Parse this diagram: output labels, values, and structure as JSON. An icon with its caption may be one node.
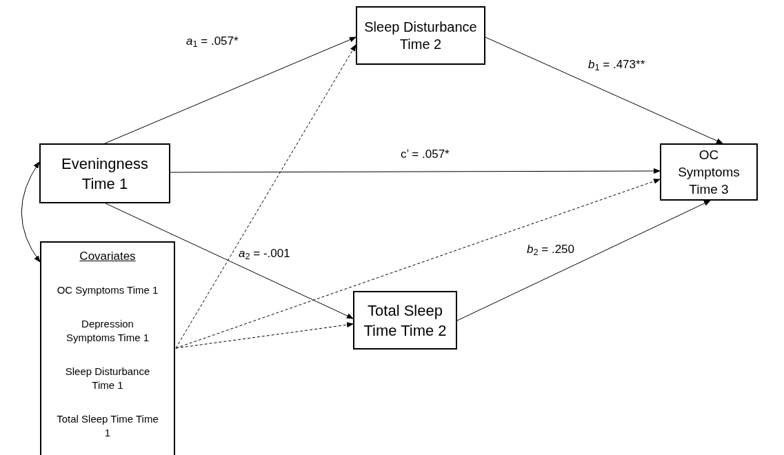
{
  "diagram": {
    "nodes": [
      {
        "text": [
          "Sleep Disturbance Time 2"
        ]
      },
      {
        "text": [
          "Eveningness Time 1"
        ]
      },
      {
        "text": [
          "OC Symptoms Time 3"
        ]
      },
      {
        "text": [
          "Covariates",
          "OC Symptoms Time 1",
          "Depression Symptoms Time 1",
          "Sleep Disturbance Time 1",
          "Total Sleep Time Time 1"
        ]
      },
      {
        "text": [
          "Total Sleep Time Time 2"
        ]
      }
    ],
    "edges": [
      {
        "from": 1,
        "to": 0,
        "arrow": "to",
        "label": "*a*$_{1}$ = .057*"
      },
      {
        "from": 0,
        "to": 2,
        "arrow": "to",
        "label": "*b*$_{1}$ = .473**"
      },
      {
        "from": 1,
        "to": 2,
        "arrow": "to",
        "label": "c’ = .057*"
      },
      {
        "from": 1,
        "to": 4,
        "arrow": "to",
        "label": "*a*$_{2}$ = -.001"
      },
      {
        "from": 4,
        "to": 2,
        "arrow": "to",
        "label": "*b*$_{2}$ = .250"
      },
      {
        "from": 3,
        "to": 0,
        "arrow": "to",
        "style": "dashed"
      },
      {
        "from": 3,
        "to": 2,
        "arrow": "to",
        "style": "dashed"
      },
      {
        "from": 3,
        "to": 4,
        "arrow": "to",
        "style": "dashed"
      },
      {
        "from": 1,
        "to": 3,
        "arrow": "both"
      }
    ]
  }
}
